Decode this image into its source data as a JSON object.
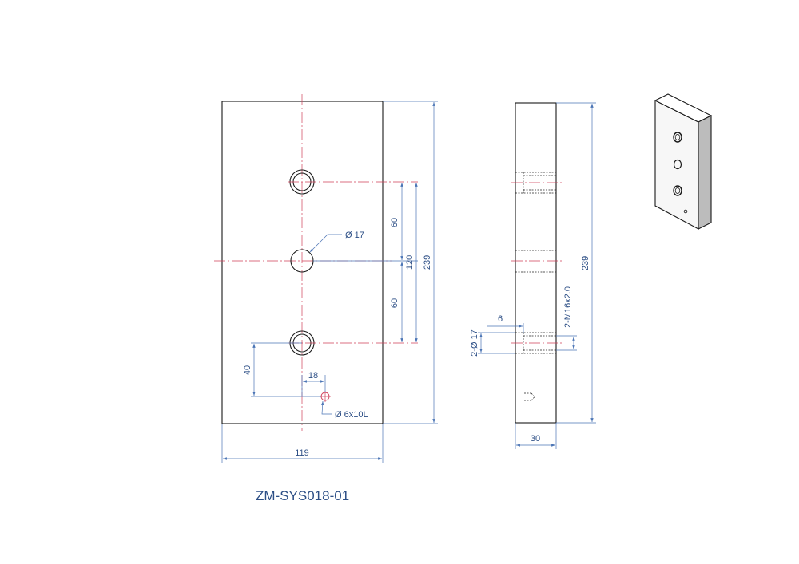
{
  "drawing": {
    "part_number": "ZM-SYS018-01",
    "front_view": {
      "width_dim": "119",
      "height_dim": "239",
      "hole_pitch_upper": "60",
      "hole_pitch_lower": "60",
      "hole_span": "120",
      "pin_offset_v": "40",
      "pin_offset_h": "18",
      "center_hole_callout": "Ø 17",
      "pin_hole_callout": "Ø 6x10L"
    },
    "side_view": {
      "thickness_dim": "30",
      "height_dim": "239",
      "counterbore_depth": "6",
      "counterbore_callout": "2-Ø 17",
      "thread_callout": "2-M16x2.0"
    },
    "colors": {
      "outline": "#1a1a1a",
      "dimension": "#4a74b5",
      "centerline": "#d0405a",
      "text": "#2d4f86"
    }
  }
}
